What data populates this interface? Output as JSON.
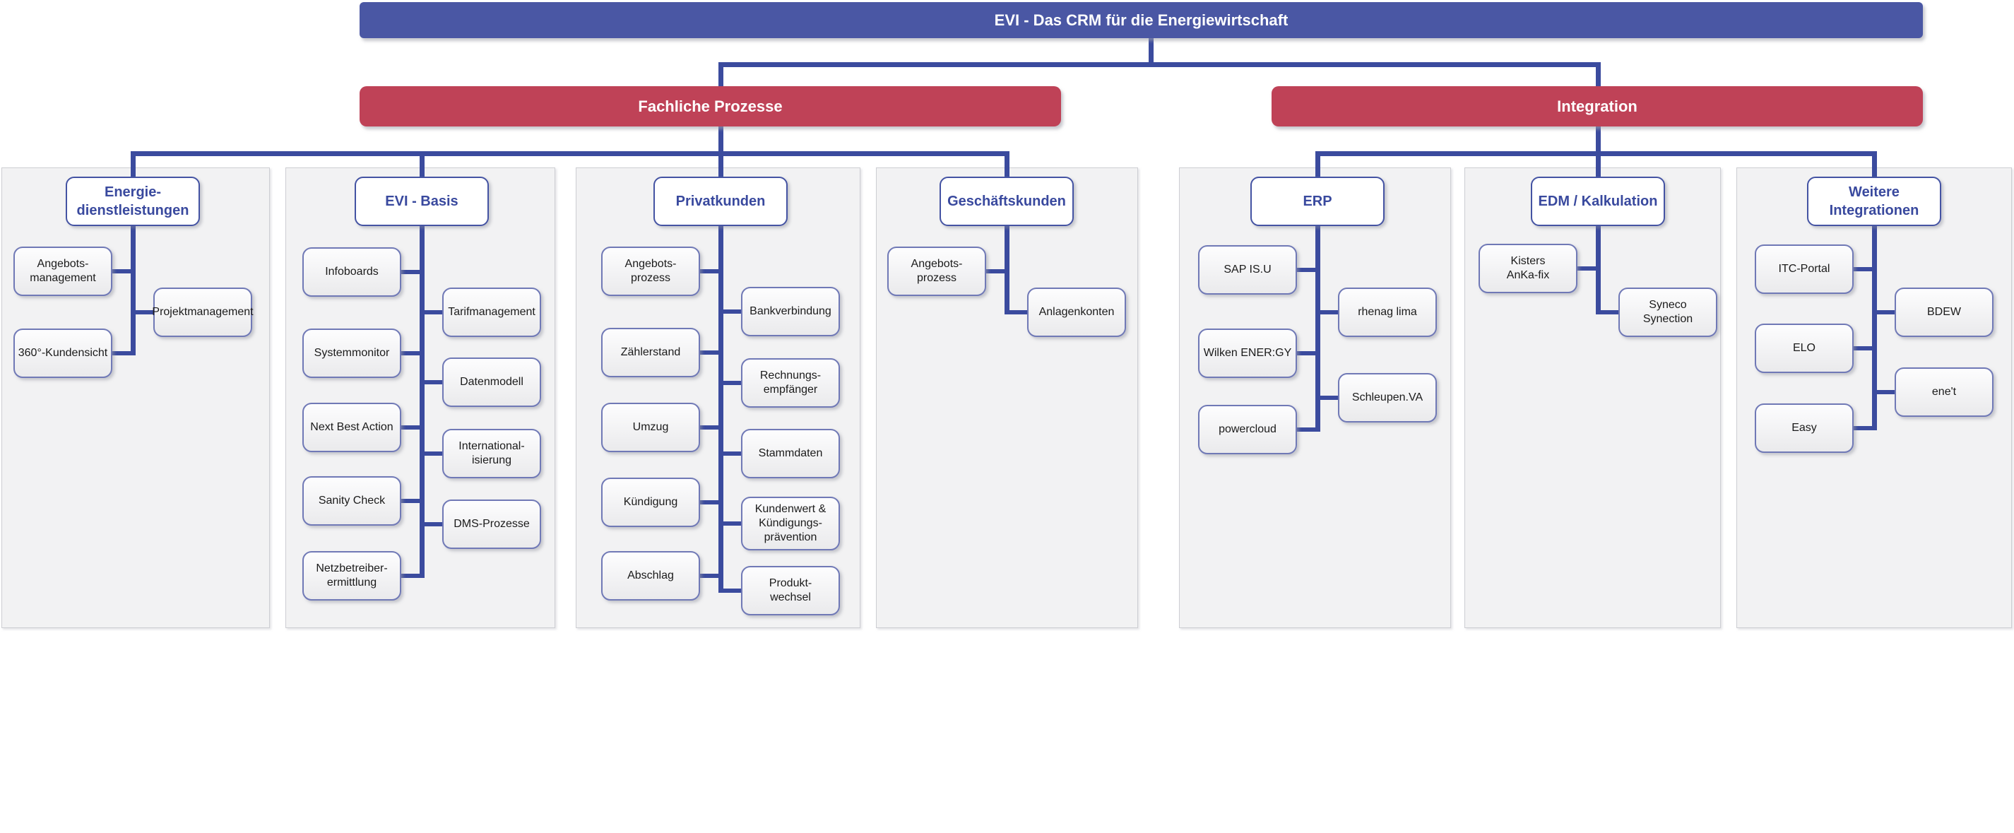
{
  "root": {
    "label": "EVI - Das CRM für die Energiewirtschaft"
  },
  "branches": [
    {
      "label": "Fachliche Prozesse",
      "groups": [
        {
          "header": "Energie-\ndienstleistungen",
          "left": [
            "Angebots-\nmanagement",
            "360°-Kundensicht"
          ],
          "right": [
            "Projektmanagement"
          ]
        },
        {
          "header": "EVI - Basis",
          "left": [
            "Infoboards",
            "Systemmonitor",
            "Next Best Action",
            "Sanity Check",
            "Netzbetreiber-\nermittlung"
          ],
          "right": [
            "Tarifmanagement",
            "Datenmodell",
            "International-\nisierung",
            "DMS-Prozesse"
          ]
        },
        {
          "header": "Privatkunden",
          "left": [
            "Angebots-\nprozess",
            "Zählerstand",
            "Umzug",
            "Kündigung",
            "Abschlag"
          ],
          "right": [
            "Bankverbindung",
            "Rechnungs-\nempfänger",
            "Stammdaten",
            "Kundenwert &\nKündigungs-\nprävention",
            "Produkt-\nwechsel"
          ]
        },
        {
          "header": "Geschäftskunden",
          "left": [
            "Angebots-\nprozess"
          ],
          "right": [
            "Anlagenkonten"
          ]
        }
      ]
    },
    {
      "label": "Integration",
      "groups": [
        {
          "header": "ERP",
          "left": [
            "SAP IS.U",
            "Wilken ENER:GY",
            "powercloud"
          ],
          "right": [
            "rhenag lima",
            "Schleupen.VA"
          ]
        },
        {
          "header": "EDM / Kalkulation",
          "left": [
            "Kisters\nAnKa-fix"
          ],
          "right": [
            "Syneco\nSynection"
          ]
        },
        {
          "header": "Weitere\nIntegrationen",
          "left": [
            "ITC-Portal",
            "ELO",
            "Easy"
          ],
          "right": [
            "BDEW",
            "ene't"
          ]
        }
      ]
    }
  ],
  "colors": {
    "banner_blue": "#4a57a4",
    "branch_red": "#bf4257",
    "connector_navy": "#3b4b9e",
    "header_text_navy": "#39499e",
    "panel_gray": "#f2f2f3"
  }
}
